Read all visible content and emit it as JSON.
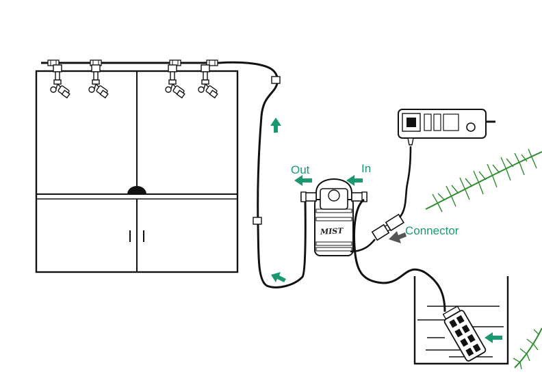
{
  "labels": {
    "out": "Out",
    "in": "In",
    "connector": "Connector"
  },
  "pump_brand": "MIST",
  "colors": {
    "label": "#1a9a6c",
    "arrow_green": "#1a9a6c",
    "arrow_gray": "#555555",
    "line": "#1a1a1a",
    "foliage": "#2e8b2e"
  },
  "icons": {
    "cabinet": "terrarium-cabinet-icon",
    "nozzle": "mist-nozzle-icon",
    "pump": "pump-icon",
    "power_strip": "power-strip-icon",
    "filter": "intake-filter-icon",
    "tank": "water-tank-icon",
    "plant": "fern-leaf-icon"
  }
}
